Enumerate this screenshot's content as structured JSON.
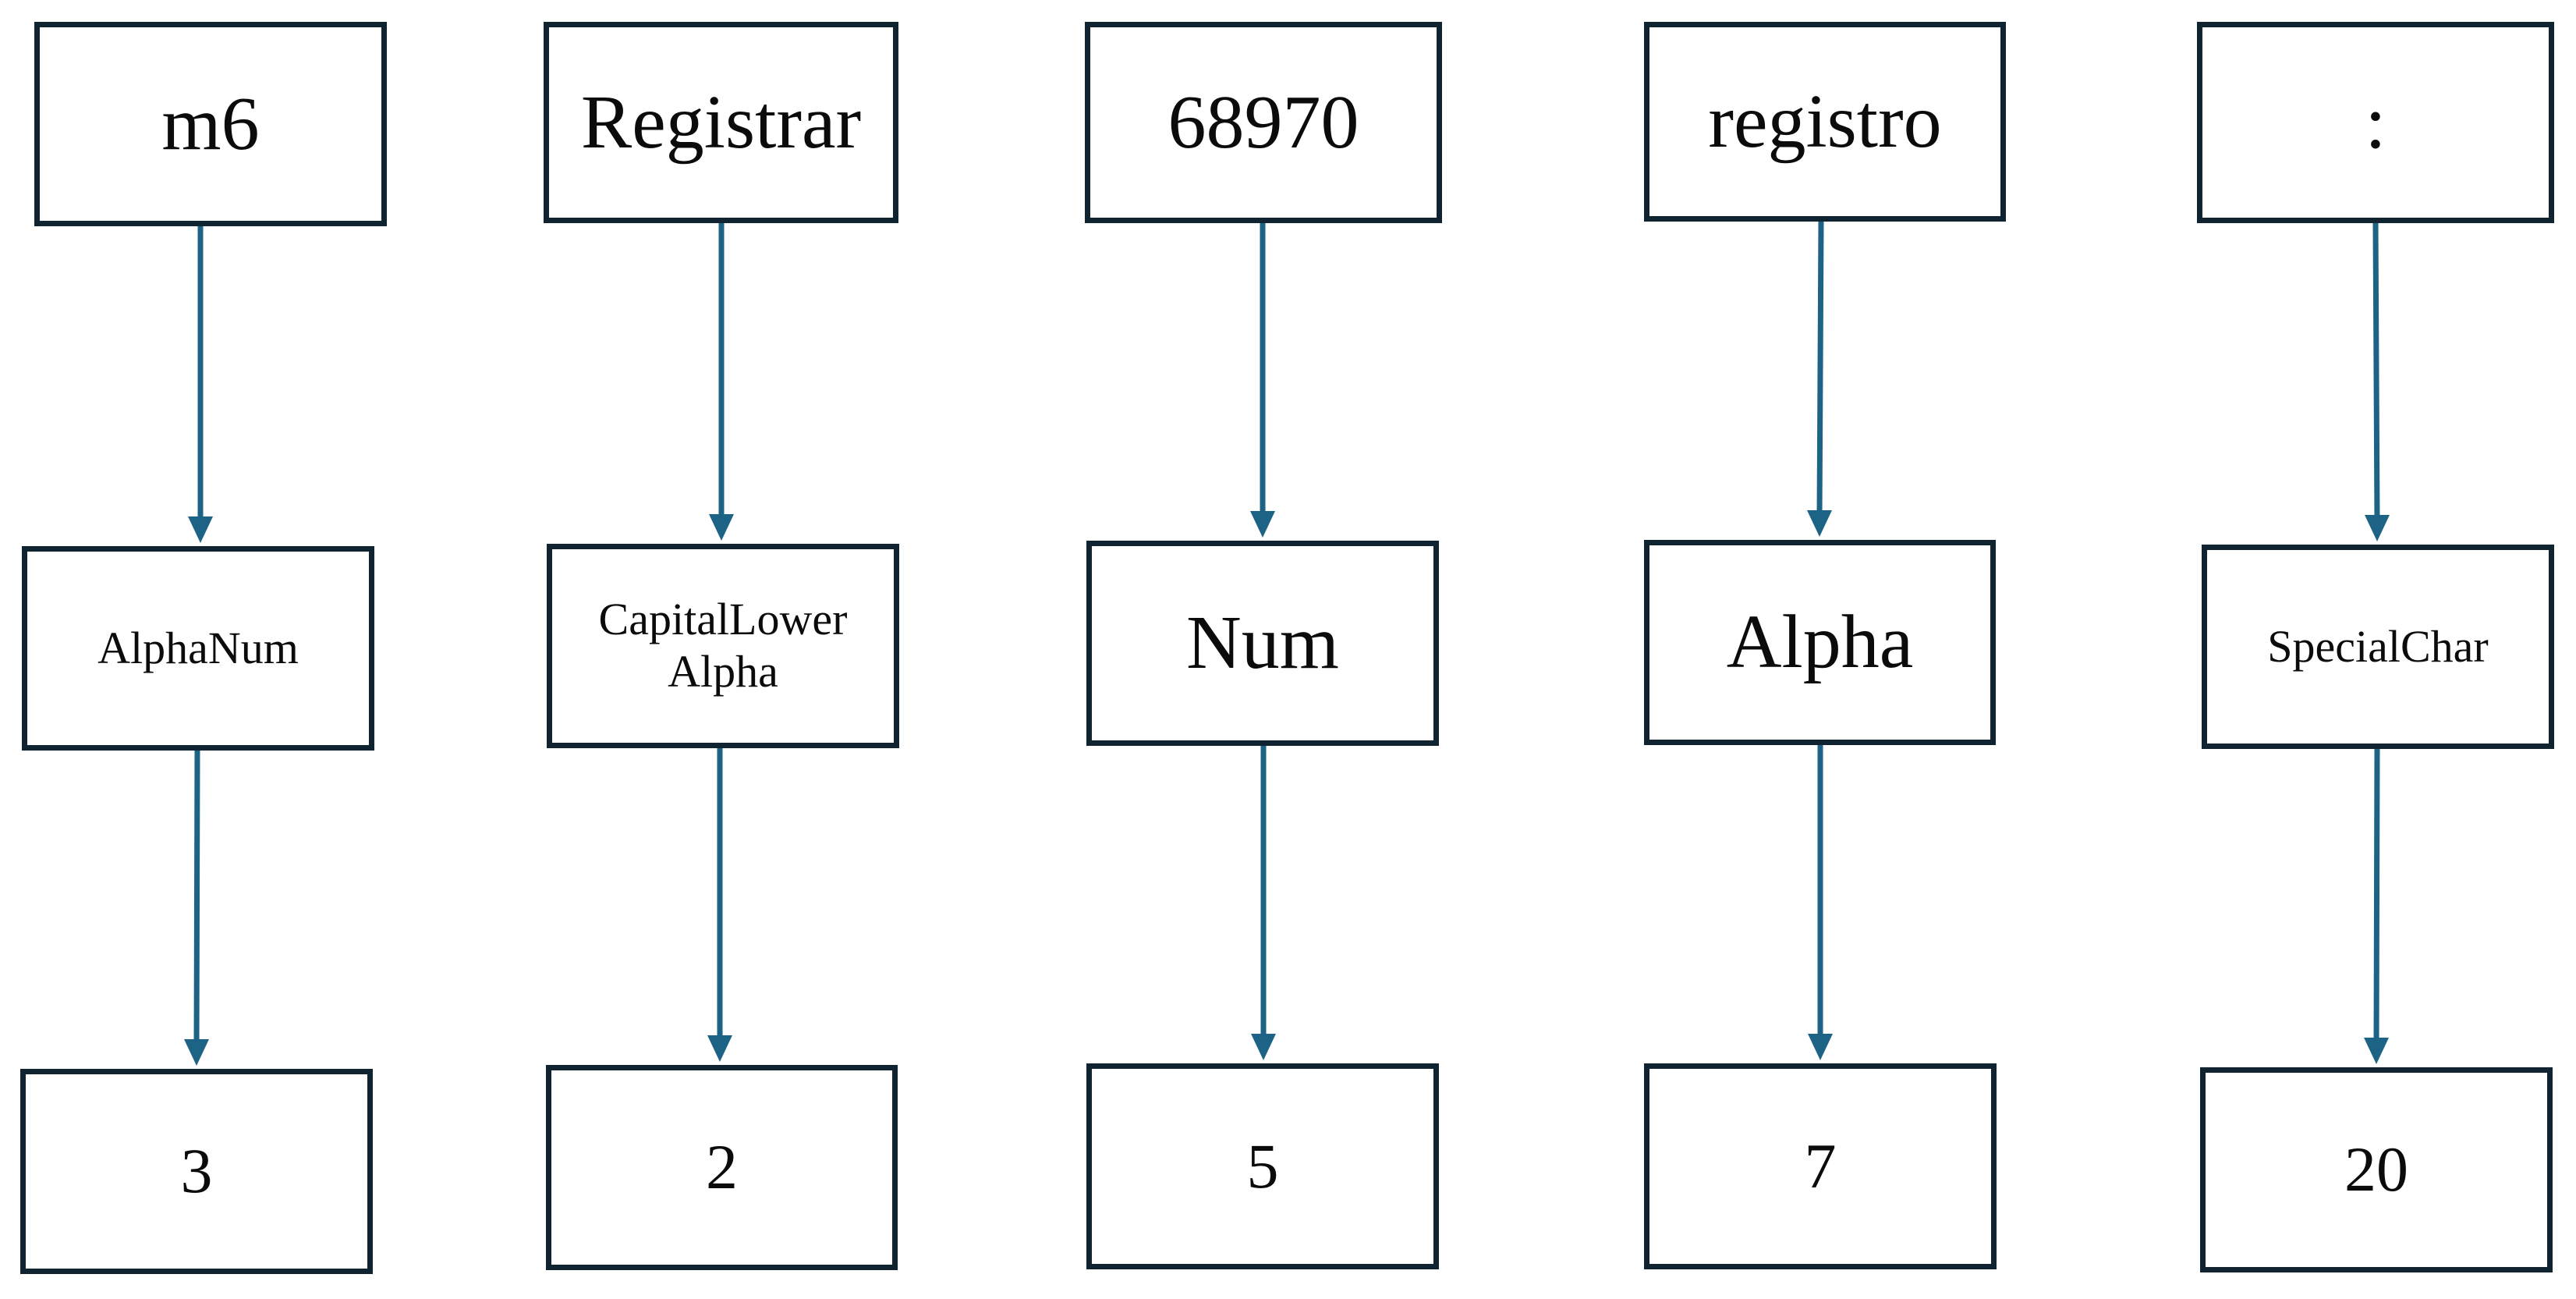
{
  "columns": [
    {
      "token": "m6",
      "type": "AlphaNum",
      "type_style": "small",
      "value": "3"
    },
    {
      "token": "Registrar",
      "type": "CapitalLower\nAlpha",
      "type_style": "small",
      "value": "2"
    },
    {
      "token": "68970",
      "type": "Num",
      "type_style": "large",
      "value": "5"
    },
    {
      "token": "registro",
      "type": "Alpha",
      "type_style": "large",
      "value": "7"
    },
    {
      "token": ":",
      "type": "SpecialChar",
      "type_style": "small",
      "value": "20"
    }
  ],
  "colors": {
    "box_border": "#0f2330",
    "arrow": "#1d6385"
  }
}
